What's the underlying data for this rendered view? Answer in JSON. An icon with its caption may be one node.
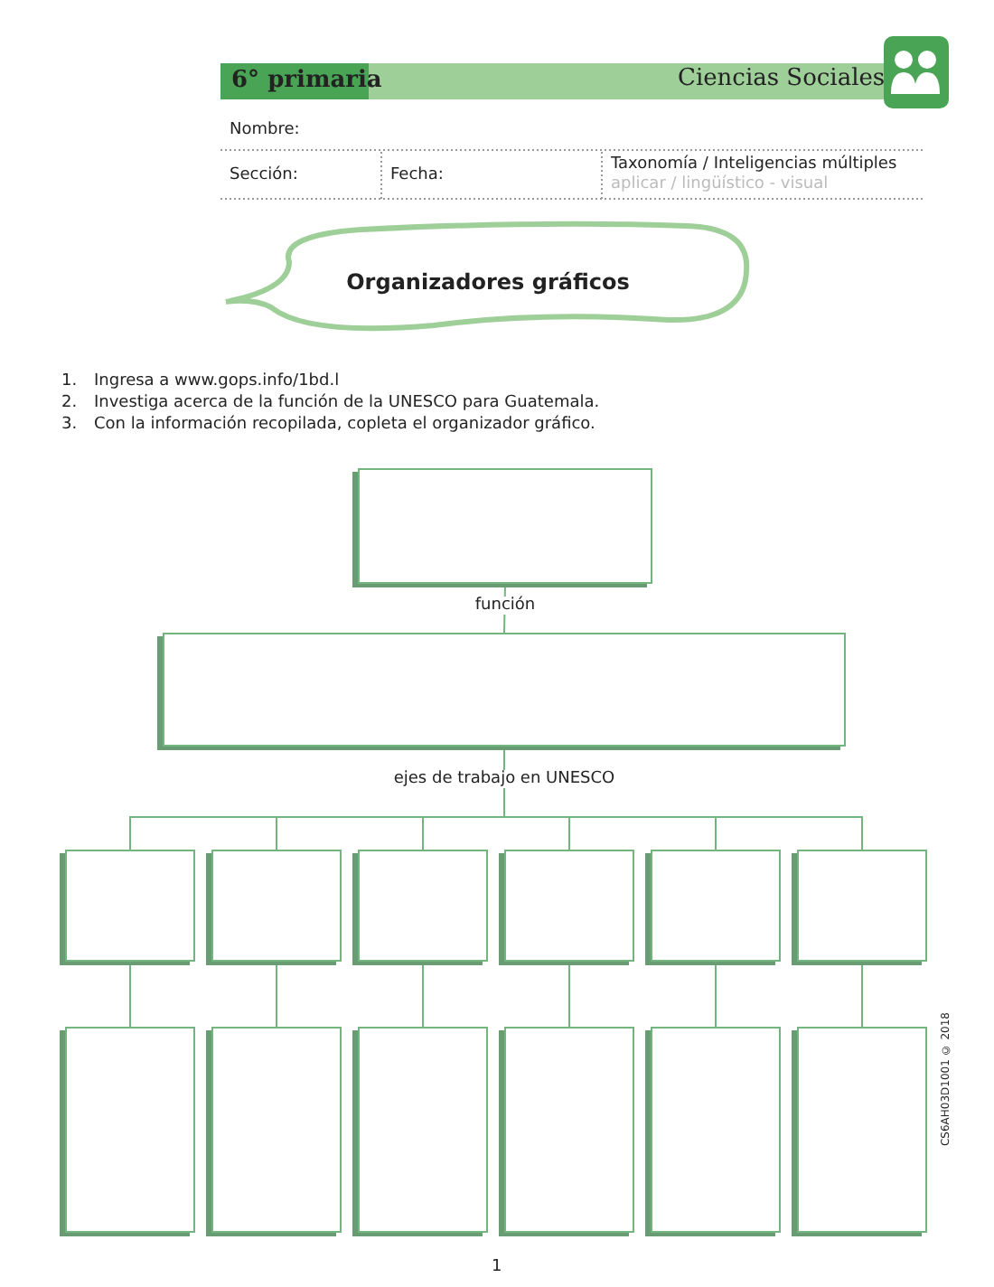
{
  "diagram": {
    "title": "Organizadores gráficos",
    "nodes": [
      {
        "text": [],
        "shape": "box"
      },
      {
        "text": [],
        "shape": "box"
      },
      {
        "text": [],
        "shape": "box"
      },
      {
        "text": [],
        "shape": "box"
      },
      {
        "text": [],
        "shape": "box"
      },
      {
        "text": [],
        "shape": "box"
      },
      {
        "text": [],
        "shape": "box"
      },
      {
        "text": [],
        "shape": "box"
      },
      {
        "text": [],
        "shape": "box"
      },
      {
        "text": [],
        "shape": "box"
      },
      {
        "text": [],
        "shape": "box"
      },
      {
        "text": [],
        "shape": "box"
      },
      {
        "text": [],
        "shape": "box"
      },
      {
        "text": [],
        "shape": "box"
      }
    ],
    "edges": [
      {
        "from": 0,
        "to": 1,
        "arrow": "none",
        "label": "función"
      },
      {
        "from": 1,
        "to": 2,
        "arrow": "none",
        "label": "ejes de trabajo en UNESCO"
      },
      {
        "from": 1,
        "to": 3,
        "arrow": "none"
      },
      {
        "from": 1,
        "to": 4,
        "arrow": "none"
      },
      {
        "from": 1,
        "to": 5,
        "arrow": "none"
      },
      {
        "from": 1,
        "to": 6,
        "arrow": "none"
      },
      {
        "from": 1,
        "to": 7,
        "arrow": "none"
      },
      {
        "from": 2,
        "to": 8,
        "arrow": "none"
      },
      {
        "from": 3,
        "to": 9,
        "arrow": "none"
      },
      {
        "from": 4,
        "to": 10,
        "arrow": "none"
      },
      {
        "from": 5,
        "to": 11,
        "arrow": "none"
      },
      {
        "from": 6,
        "to": 12,
        "arrow": "none"
      },
      {
        "from": 7,
        "to": 13,
        "arrow": "none"
      }
    ],
    "labels": [
      "6° primaria",
      "Ciencias Sociales",
      "Nombre:",
      "Sección:",
      "Fecha:",
      "Taxonomía / Inteligencias múltiples",
      "aplicar / lingüístico - visual",
      "1.",
      "Ingresa a www.gops.info/1bd.l",
      "2.",
      "Investiga acerca de la función de la UNESCO para Guatemala.",
      "3.",
      "Con la información recopilada, copleta el organizador gráfico.",
      "CS6AH03D1001 © 2018",
      "1"
    ]
  }
}
